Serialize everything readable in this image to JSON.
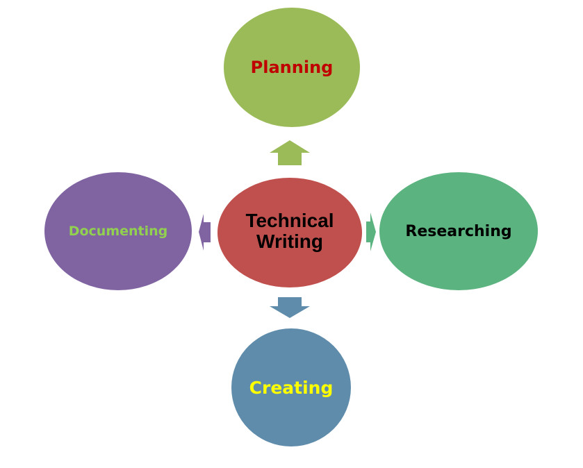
{
  "diagram": {
    "type": "hub-and-spoke",
    "center": {
      "label": "Technical\nWriting",
      "fill": "#c0504d",
      "text_color": "#000000"
    },
    "nodes": [
      {
        "id": "planning",
        "label": "Planning",
        "position": "top",
        "fill": "#9bbb59",
        "text_color": "#c00000"
      },
      {
        "id": "researching",
        "label": "Researching",
        "position": "right",
        "fill": "#5bb37f",
        "text_color": "#000000"
      },
      {
        "id": "creating",
        "label": "Creating",
        "position": "bottom",
        "fill": "#5f8cab",
        "text_color": "#ffff00"
      },
      {
        "id": "documenting",
        "label": "Documenting",
        "position": "left",
        "fill": "#8064a2",
        "text_color": "#92d050"
      }
    ],
    "arrows": [
      {
        "from": "center",
        "to": "planning",
        "direction": "up",
        "fill": "#9bbb59"
      },
      {
        "from": "center",
        "to": "researching",
        "direction": "right",
        "fill": "#5bb37f"
      },
      {
        "from": "center",
        "to": "creating",
        "direction": "down",
        "fill": "#5f8cab"
      },
      {
        "from": "center",
        "to": "documenting",
        "direction": "left",
        "fill": "#8064a2"
      }
    ]
  }
}
